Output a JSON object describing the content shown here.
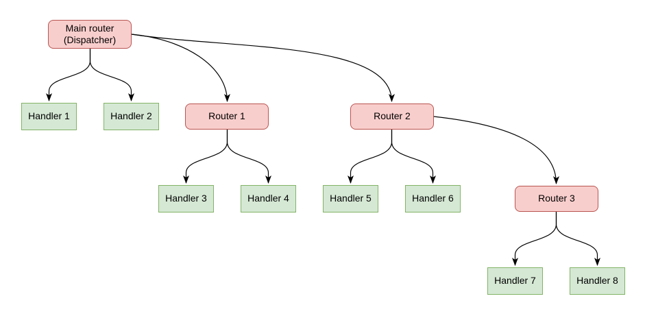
{
  "colors": {
    "background": "#ffffff",
    "router_fill": "#f8cecc",
    "router_border": "#b85450",
    "handler_fill": "#d5e8d4",
    "handler_border": "#82b366",
    "edge_color": "#000000"
  },
  "nodes": {
    "main": {
      "line1": "Main router",
      "line2": "(Dispatcher)"
    },
    "router1": {
      "label": "Router 1"
    },
    "router2": {
      "label": "Router 2"
    },
    "router3": {
      "label": "Router 3"
    },
    "handler1": {
      "label": "Handler 1"
    },
    "handler2": {
      "label": "Handler 2"
    },
    "handler3": {
      "label": "Handler 3"
    },
    "handler4": {
      "label": "Handler 4"
    },
    "handler5": {
      "label": "Handler 5"
    },
    "handler6": {
      "label": "Handler 6"
    },
    "handler7": {
      "label": "Handler 7"
    },
    "handler8": {
      "label": "Handler 8"
    }
  },
  "edges": [
    {
      "from": "Main router (Dispatcher)",
      "to": "Handler 1"
    },
    {
      "from": "Main router (Dispatcher)",
      "to": "Handler 2"
    },
    {
      "from": "Main router (Dispatcher)",
      "to": "Router 1"
    },
    {
      "from": "Main router (Dispatcher)",
      "to": "Router 2"
    },
    {
      "from": "Router 1",
      "to": "Handler 3"
    },
    {
      "from": "Router 1",
      "to": "Handler 4"
    },
    {
      "from": "Router 2",
      "to": "Handler 5"
    },
    {
      "from": "Router 2",
      "to": "Handler 6"
    },
    {
      "from": "Router 2",
      "to": "Router 3"
    },
    {
      "from": "Router 3",
      "to": "Handler 7"
    },
    {
      "from": "Router 3",
      "to": "Handler 8"
    }
  ]
}
